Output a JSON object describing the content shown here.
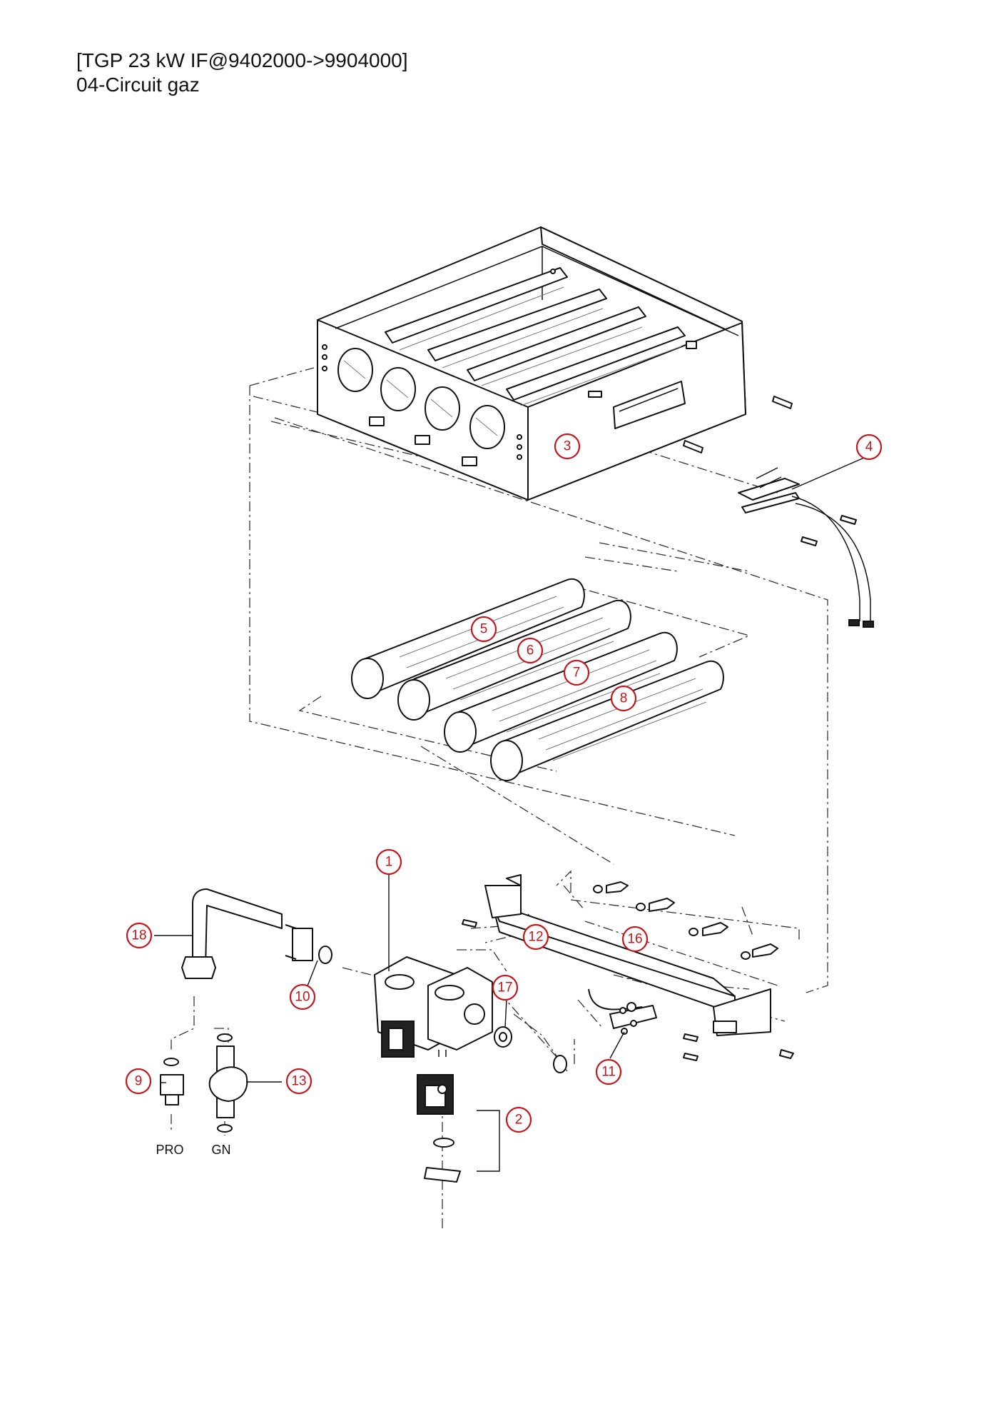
{
  "header": {
    "title": "[TGP 23 kW IF@9402000->9904000]",
    "subtitle": "04-Circuit gaz"
  },
  "callouts": [
    {
      "number": "1",
      "part": "gas-valve"
    },
    {
      "number": "2",
      "part": "coil-kit"
    },
    {
      "number": "3",
      "part": "burner-housing"
    },
    {
      "number": "4",
      "part": "ignition-electrode"
    },
    {
      "number": "5",
      "part": "burner-tube"
    },
    {
      "number": "6",
      "part": "burner-tube"
    },
    {
      "number": "7",
      "part": "burner-tube"
    },
    {
      "number": "8",
      "part": "burner-tube"
    },
    {
      "number": "9",
      "part": "injector-fitting"
    },
    {
      "number": "10",
      "part": "o-ring"
    },
    {
      "number": "11",
      "part": "screw"
    },
    {
      "number": "12",
      "part": "manifold"
    },
    {
      "number": "13",
      "part": "gas-connector"
    },
    {
      "number": "16",
      "part": "injector"
    },
    {
      "number": "17",
      "part": "seal"
    },
    {
      "number": "18",
      "part": "gas-pipe"
    }
  ],
  "labels": {
    "pro": "PRO",
    "gn": "GN"
  },
  "colors": {
    "callout": "#c4161c",
    "line": "#111111"
  }
}
